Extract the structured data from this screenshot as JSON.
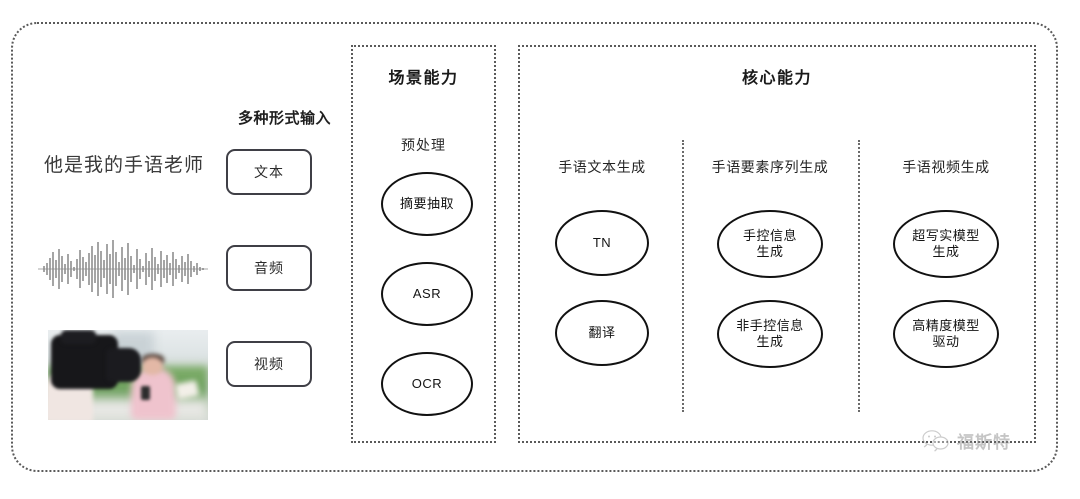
{
  "input_section": {
    "heading": "多种形式输入",
    "sample_sentence": "他是我的手语老师",
    "chips": [
      {
        "label": "文本",
        "icon": "text-chip"
      },
      {
        "label": "音频",
        "icon": "audio-chip"
      },
      {
        "label": "视频",
        "icon": "video-chip"
      }
    ],
    "waveform_icon": "audio-waveform",
    "video_thumbnail_icon": "video-thumbnail"
  },
  "scene_panel": {
    "title": "场景能力",
    "subtitle": "预处理",
    "nodes": [
      "摘要抽取",
      "ASR",
      "OCR"
    ]
  },
  "core_panel": {
    "title": "核心能力",
    "columns": [
      {
        "title": "手语文本生成",
        "nodes": [
          "TN",
          "翻译"
        ]
      },
      {
        "title": "手语要素序列生成",
        "nodes": [
          "手控信息\n生成",
          "非手控信息\n生成"
        ]
      },
      {
        "title": "手语视频生成",
        "nodes": [
          "超写实模型\n生成",
          "高精度模型\n驱动"
        ]
      }
    ]
  },
  "watermark": {
    "text": "福斯特",
    "icon": "wechat-icon"
  },
  "colors": {
    "frame_border": "#5a5a5a",
    "node_stroke": "#111111",
    "text_primary": "#262626",
    "watermark": "#8d8d8d"
  }
}
